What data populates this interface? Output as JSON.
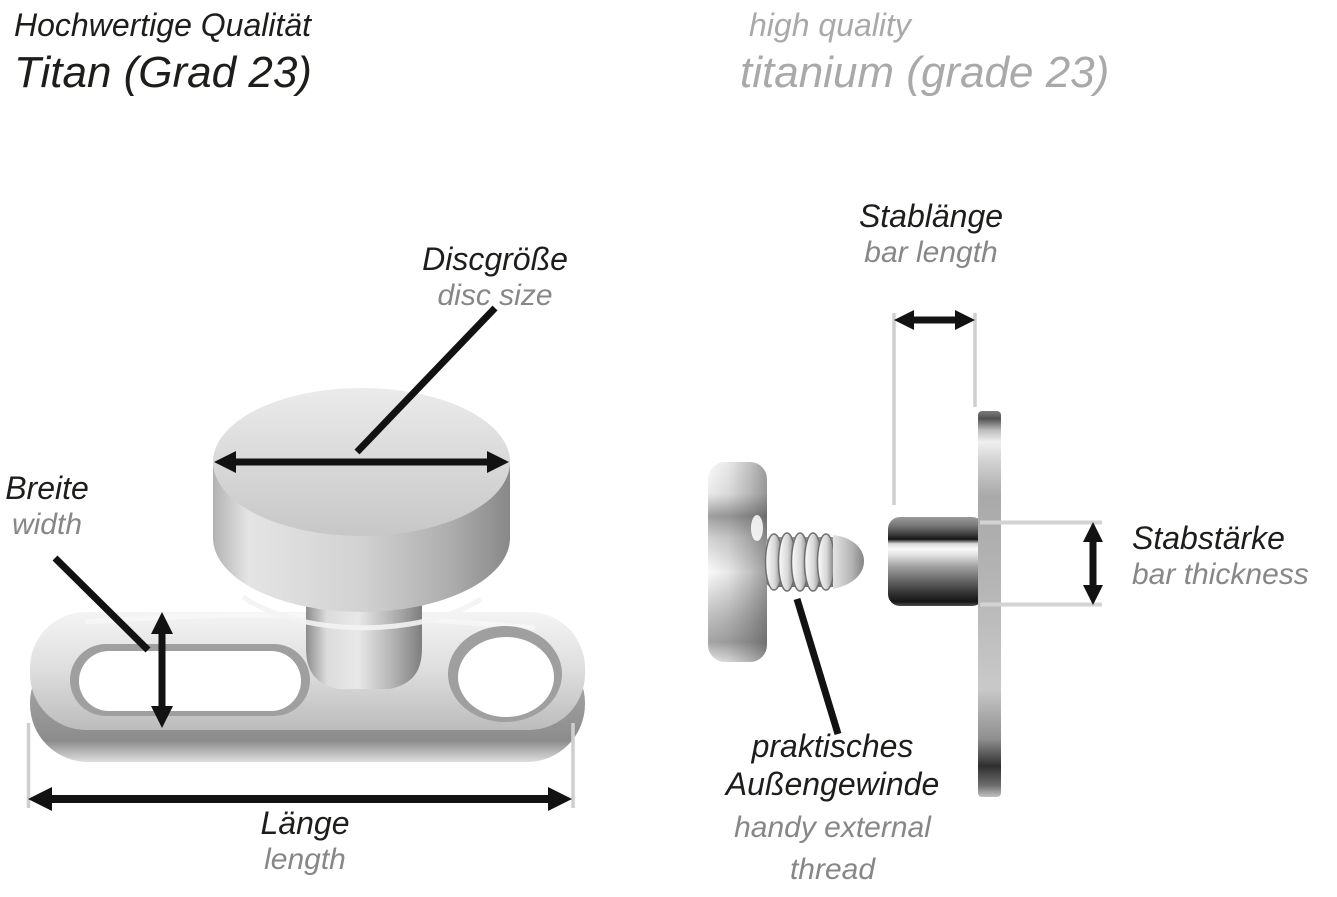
{
  "canvas": {
    "background": "#ffffff"
  },
  "header": {
    "german": {
      "line1": "Hochwertige Qualität",
      "line2": "Titan (Grad 23)"
    },
    "english": {
      "line1": "high quality",
      "line2": "titanium (grade 23)"
    }
  },
  "annotations": {
    "disc_size": {
      "german": "Discgröße",
      "english": "disc size"
    },
    "width": {
      "german": "Breite",
      "english": "width"
    },
    "length": {
      "german": "Länge",
      "english": "length"
    },
    "bar_length": {
      "german": "Stablänge",
      "english": "bar length"
    },
    "bar_thickness": {
      "german": "Stabstärke",
      "english": "bar thickness"
    },
    "external_thread": {
      "german_line1": "praktisches",
      "german_line2": "Außengewinde",
      "english_line1": "handy external",
      "english_line2": "thread"
    }
  },
  "colors": {
    "text_primary": "#1d1d1b",
    "text_header_secondary": "#a9a9a9",
    "text_label_secondary": "#878787",
    "arrow": "#121212",
    "extension_line": "#cfcfcf",
    "background": "#ffffff"
  },
  "icons": [
    {
      "name": "disc-size-arrow",
      "glyph": "double-headed-horizontal-arrow"
    },
    {
      "name": "width-arrow",
      "glyph": "double-headed-vertical-arrow"
    },
    {
      "name": "length-arrow",
      "glyph": "double-headed-horizontal-arrow"
    },
    {
      "name": "bar-length-arrow",
      "glyph": "double-headed-horizontal-arrow"
    },
    {
      "name": "bar-thickness-arrow",
      "glyph": "double-headed-vertical-arrow"
    }
  ]
}
